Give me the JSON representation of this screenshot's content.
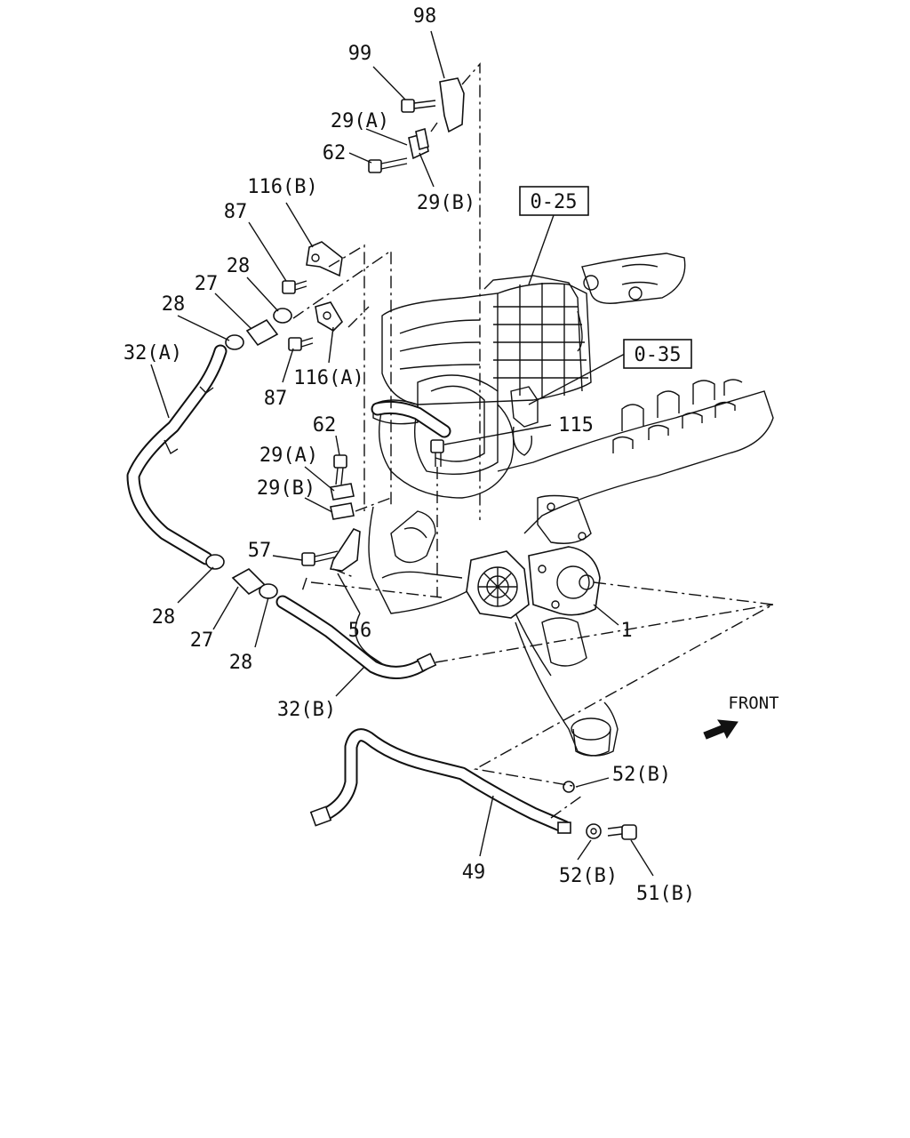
{
  "diagram": {
    "callouts": [
      {
        "id": "c98",
        "text": "98"
      },
      {
        "id": "c99",
        "text": "99"
      },
      {
        "id": "c29a_top",
        "text": "29(A)"
      },
      {
        "id": "c62_top",
        "text": "62"
      },
      {
        "id": "c29b_top",
        "text": "29(B)"
      },
      {
        "id": "c116b",
        "text": "116(B)"
      },
      {
        "id": "c87_top",
        "text": "87"
      },
      {
        "id": "c28_a",
        "text": "28"
      },
      {
        "id": "c27_top",
        "text": "27"
      },
      {
        "id": "c28_b",
        "text": "28"
      },
      {
        "id": "c32a",
        "text": "32(A)"
      },
      {
        "id": "c87_mid",
        "text": "87"
      },
      {
        "id": "c116a",
        "text": "116(A)"
      },
      {
        "id": "c62_mid",
        "text": "62"
      },
      {
        "id": "c29a_mid",
        "text": "29(A)"
      },
      {
        "id": "c29b_mid",
        "text": "29(B)"
      },
      {
        "id": "c115",
        "text": "115"
      },
      {
        "id": "c57",
        "text": "57"
      },
      {
        "id": "c28_c",
        "text": "28"
      },
      {
        "id": "c27_bot",
        "text": "27"
      },
      {
        "id": "c28_d",
        "text": "28"
      },
      {
        "id": "c56",
        "text": "56"
      },
      {
        "id": "c1",
        "text": "1"
      },
      {
        "id": "c32b",
        "text": "32(B)"
      },
      {
        "id": "c52b_top",
        "text": "52(B)"
      },
      {
        "id": "c49",
        "text": "49"
      },
      {
        "id": "c52b_bot",
        "text": "52(B)"
      },
      {
        "id": "c51b",
        "text": "51(B)"
      }
    ],
    "references": [
      {
        "id": "ref_0_25",
        "text": "0-25"
      },
      {
        "id": "ref_0_35",
        "text": "0-35"
      }
    ],
    "direction": {
      "text": "FRONT",
      "icon": "front-arrow-icon"
    }
  }
}
